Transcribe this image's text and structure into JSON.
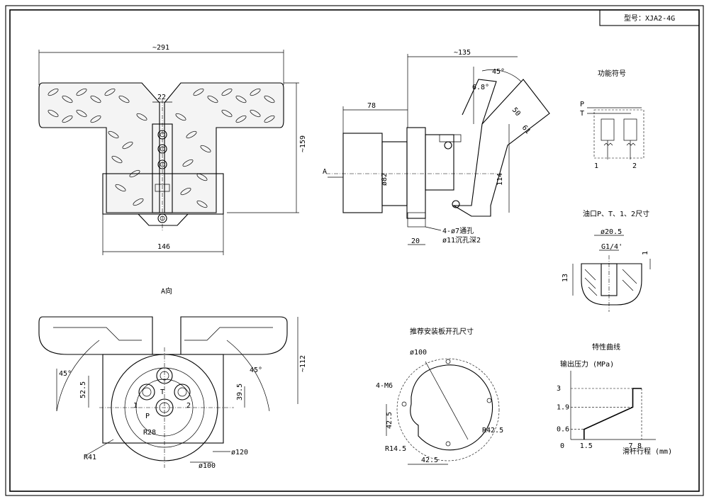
{
  "title_block": {
    "model_label": "型号：",
    "model_value": "XJA2-4G"
  },
  "labels": {
    "function_symbol": "功能符号",
    "port_size": "油口P、T、1、2尺寸",
    "mount_hole": "推荐安装板开孔尺寸",
    "characteristic": "特性曲线",
    "view_a": "A向",
    "arrow_a": "A"
  },
  "front_view": {
    "width_top": "~291",
    "gap": "22",
    "height": "~159",
    "base_width": "146"
  },
  "side_view": {
    "length": "~135",
    "body": "78",
    "angle": "45°",
    "offset": "6.8°",
    "dim_50": "50",
    "dim_61": "61",
    "dim_114": "114",
    "diam": "ø82",
    "dim_20": "20",
    "holes1": "4-ø7通孔",
    "holes2": "ø11沉孔深2"
  },
  "bottom_view": {
    "height": "~112",
    "angle_left": "45°",
    "angle_right": "45°",
    "dim_left": "52.5",
    "dim_right": "39.5",
    "r28": "R28",
    "r41": "R41",
    "d100": "ø100",
    "d120": "ø120",
    "port_1": "1",
    "port_2": "2",
    "port_t": "T",
    "port_p": "P"
  },
  "symbol": {
    "p": "P",
    "t": "T",
    "one": "1",
    "two": "2"
  },
  "port_detail": {
    "d20": "ø20.5",
    "g": "G1/4'",
    "d13": "13",
    "d1": "1"
  },
  "mount": {
    "d100": "ø100",
    "m6": "4-M6",
    "d42_v": "42.5",
    "r42": "R42.5",
    "r14": "R14.5",
    "d42_h": "42.5"
  },
  "chart_data": {
    "type": "line",
    "ylabel": "输出压力 (MPa)",
    "xlabel": "滑杆行程 (mm)",
    "x_ticks": [
      "0",
      "1.5",
      "7",
      "8"
    ],
    "y_ticks": [
      "0.6",
      "1.9",
      "3"
    ],
    "series": [
      {
        "x": [
          1.5,
          1.5,
          7,
          7,
          8
        ],
        "y": [
          0,
          0.6,
          1.9,
          3,
          3
        ]
      }
    ]
  }
}
